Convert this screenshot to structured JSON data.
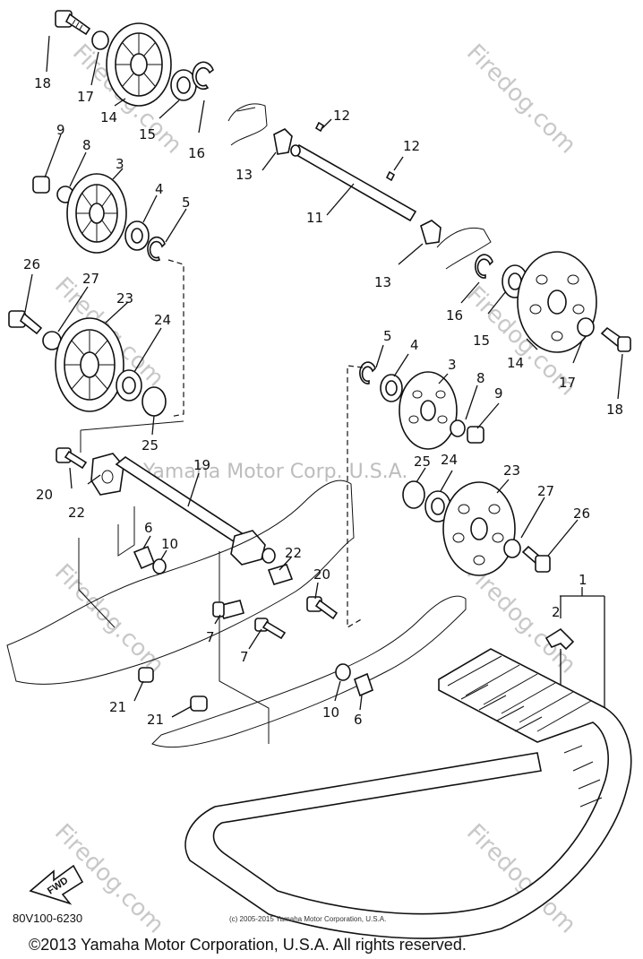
{
  "diagram": {
    "callouts": {
      "c18a": "18",
      "c17a": "17",
      "c14a": "14",
      "c15a": "15",
      "c16a": "16",
      "c12a": "12",
      "c12b": "12",
      "c13a": "13",
      "c11": "11",
      "c13b": "13",
      "c9a": "9",
      "c8a": "8",
      "c3a": "3",
      "c4a": "4",
      "c5a": "5",
      "c26a": "26",
      "c27a": "27",
      "c23a": "23",
      "c24a": "24",
      "c25a": "25",
      "c16b": "16",
      "c15b": "15",
      "c14b": "14",
      "c17b": "17",
      "c18b": "18",
      "c5b": "5",
      "c4b": "4",
      "c3b": "3",
      "c8b": "8",
      "c9b": "9",
      "c19": "19",
      "c20a": "20",
      "c22a": "22",
      "c25b": "25",
      "c24b": "24",
      "c23b": "23",
      "c27b": "27",
      "c26b": "26",
      "c6a": "6",
      "c10a": "10",
      "c22b": "22",
      "c20b": "20",
      "c1": "1",
      "c2": "2",
      "c7a": "7",
      "c7b": "7",
      "c21a": "21",
      "c21b": "21",
      "c10b": "10",
      "c6b": "6"
    },
    "fwd_label": "FWD",
    "part_code": "80V100-6230"
  },
  "watermark": {
    "brand": "Firedog.com",
    "overlay_text": "Yamaha Motor Corp. U.S.A."
  },
  "footer": {
    "small_copyright": "(c) 2005-2015 Yamaha Motor Corporation, U.S.A.",
    "copyright": "©2013 Yamaha Motor Corporation, U.S.A. All rights reserved."
  }
}
